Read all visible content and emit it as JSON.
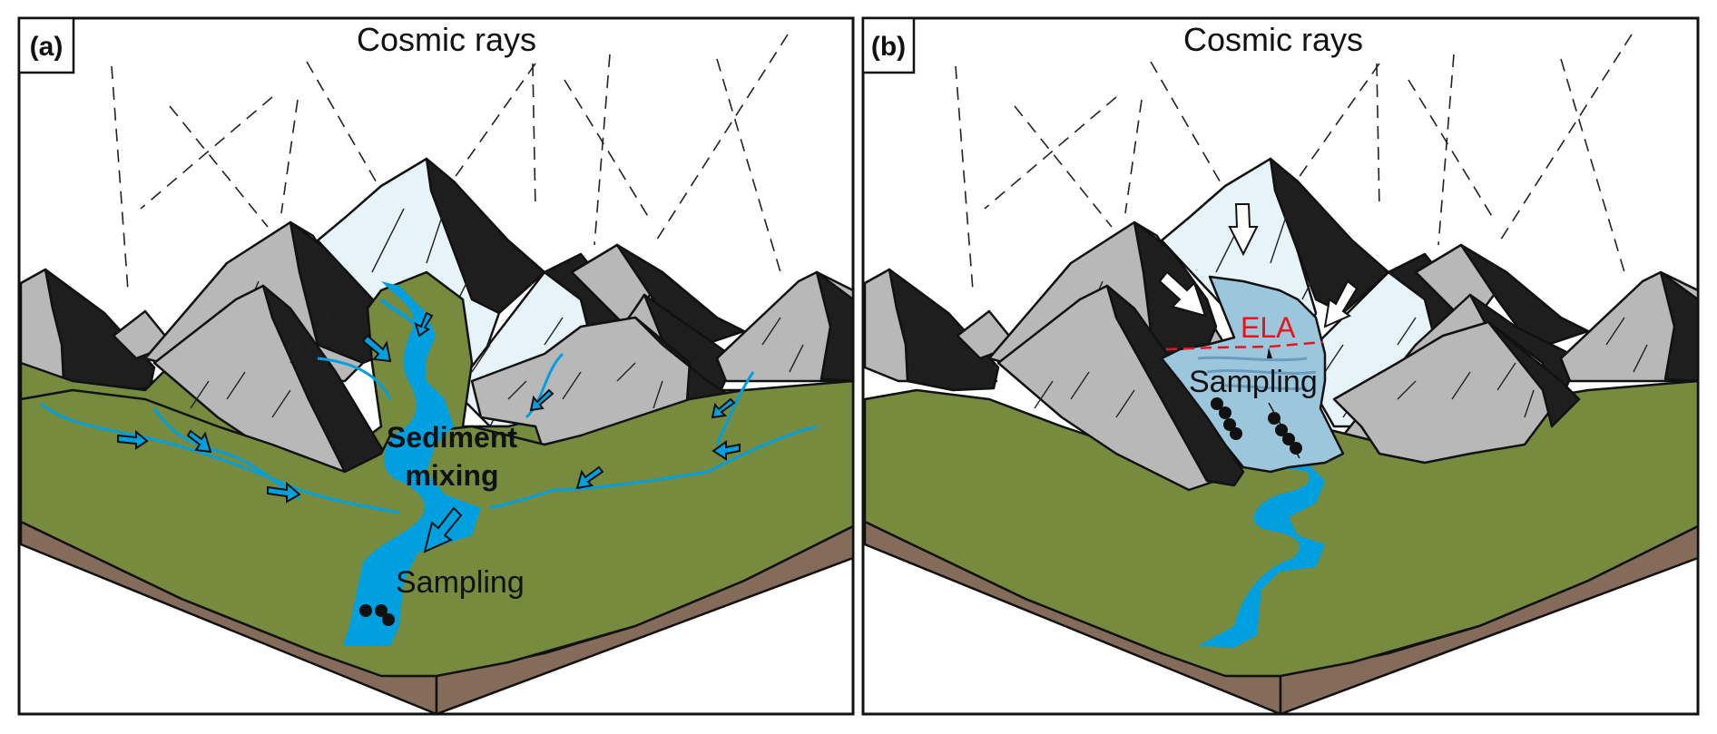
{
  "figure": {
    "panels": [
      {
        "id": "a",
        "label": "(a)",
        "title": "Cosmic rays",
        "annotations": {
          "mixing_line1": "Sediment",
          "mixing_line2": "mixing",
          "sampling": "Sampling"
        }
      },
      {
        "id": "b",
        "label": "(b)",
        "title": "Cosmic rays",
        "annotations": {
          "ela": "ELA",
          "sampling": "Sampling"
        }
      }
    ],
    "colors": {
      "grass": "#778b3f",
      "soil": "#856c5a",
      "river": "#00a0e0",
      "glacier": "#9cc6dc",
      "snow": "#e6f3f8",
      "rock_light": "#b8b8b8",
      "rock_dark": "#1e1e1e",
      "ela_line": "#e8141c"
    }
  }
}
